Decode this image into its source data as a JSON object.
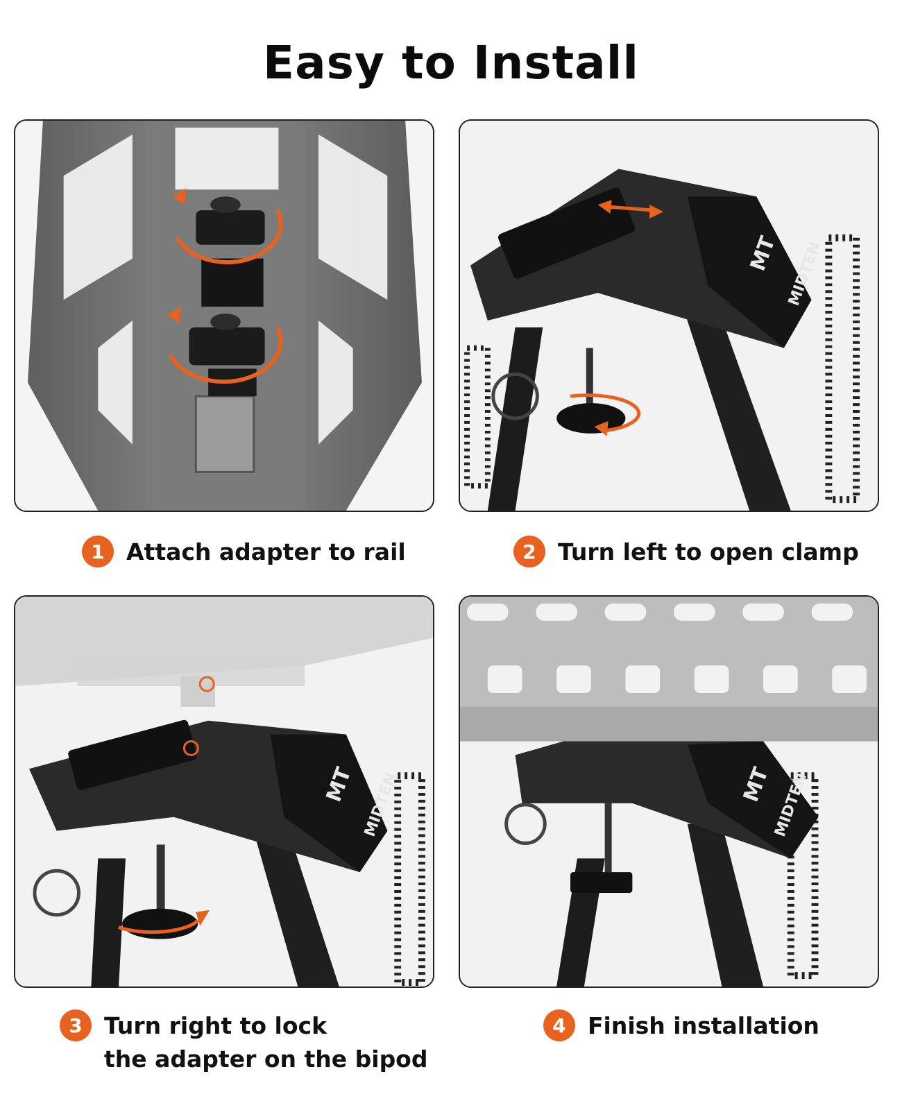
{
  "title": "Easy to Install",
  "accent_color": "#e8621f",
  "brand": {
    "logo_mark": "MT",
    "logo_name": "MIDTEN"
  },
  "steps": [
    {
      "number": "1",
      "line1": "Attach adapter to rail",
      "line2": ""
    },
    {
      "number": "2",
      "line1": "Turn left to open clamp",
      "line2": ""
    },
    {
      "number": "3",
      "line1": "Turn right to lock",
      "line2": "the adapter on the bipod"
    },
    {
      "number": "4",
      "line1": "Finish installation",
      "line2": ""
    }
  ]
}
